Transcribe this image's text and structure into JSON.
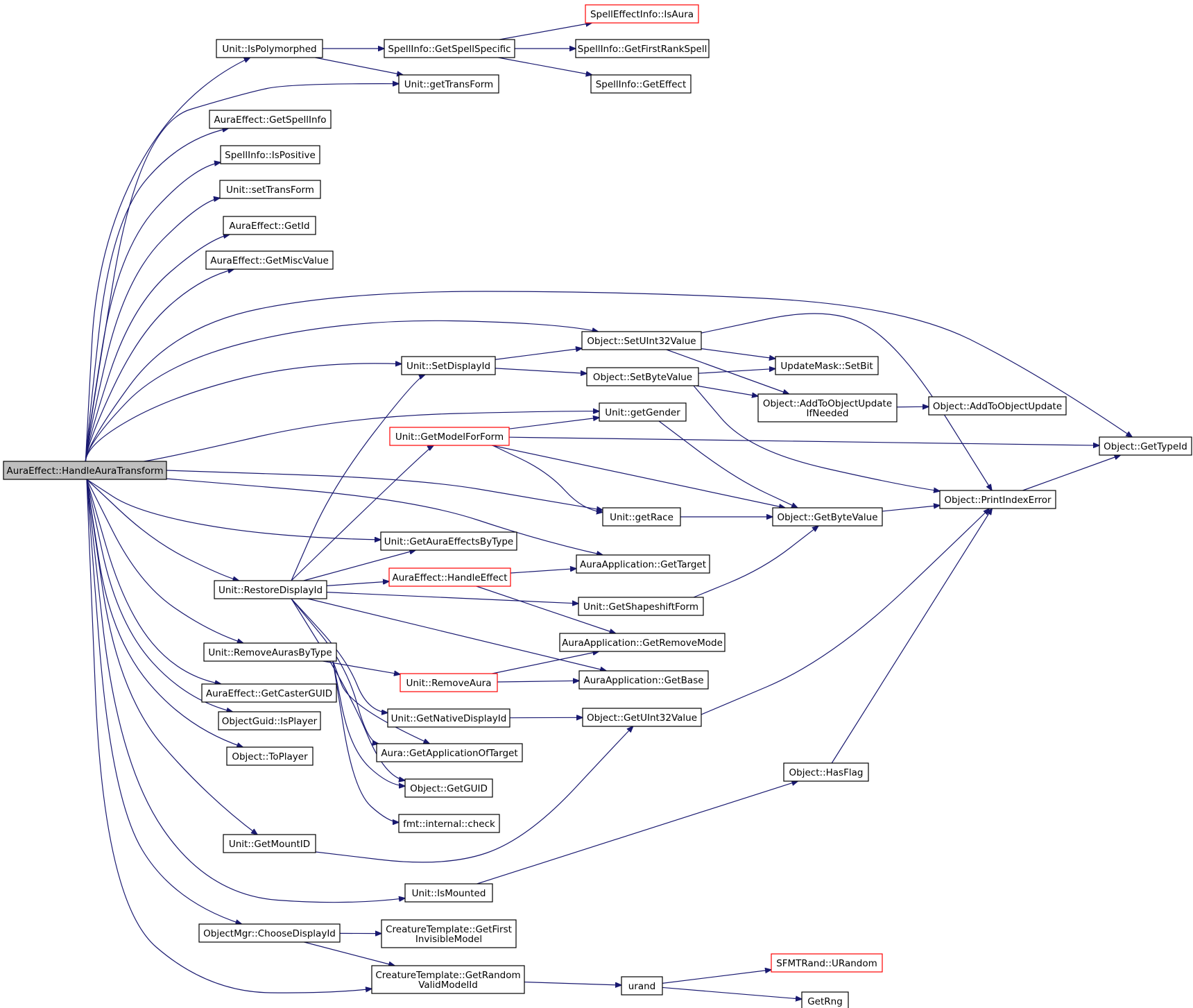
{
  "colors": {
    "edge": "#191970",
    "node_border": "#000000",
    "node_border_truncated": "#ff0000",
    "root_fill": "#bfbfbf",
    "node_fill": "#ffffff"
  },
  "graph": {
    "root_id": "root",
    "nodes": [
      {
        "id": "root",
        "label": [
          "AuraEffect::HandleAuraTransform"
        ],
        "style": "root"
      },
      {
        "id": "isPoly",
        "label": [
          "Unit::IsPolymorphed"
        ],
        "style": "normal"
      },
      {
        "id": "getSpellSpecific",
        "label": [
          "SpellInfo::GetSpellSpecific"
        ],
        "style": "normal"
      },
      {
        "id": "isAura",
        "label": [
          "SpellEffectInfo::IsAura"
        ],
        "style": "truncated"
      },
      {
        "id": "getFirstRank",
        "label": [
          "SpellInfo::GetFirstRankSpell"
        ],
        "style": "normal"
      },
      {
        "id": "getEffect",
        "label": [
          "SpellInfo::GetEffect"
        ],
        "style": "normal"
      },
      {
        "id": "getTransForm",
        "label": [
          "Unit::getTransForm"
        ],
        "style": "normal"
      },
      {
        "id": "getSpellInfo",
        "label": [
          "AuraEffect::GetSpellInfo"
        ],
        "style": "normal"
      },
      {
        "id": "isPositive",
        "label": [
          "SpellInfo::IsPositive"
        ],
        "style": "normal"
      },
      {
        "id": "setTransForm",
        "label": [
          "Unit::setTransForm"
        ],
        "style": "normal"
      },
      {
        "id": "getId",
        "label": [
          "AuraEffect::GetId"
        ],
        "style": "normal"
      },
      {
        "id": "getMiscValue",
        "label": [
          "AuraEffect::GetMiscValue"
        ],
        "style": "normal"
      },
      {
        "id": "setUInt32",
        "label": [
          "Object::SetUInt32Value"
        ],
        "style": "normal"
      },
      {
        "id": "setDisplayId",
        "label": [
          "Unit::SetDisplayId"
        ],
        "style": "normal"
      },
      {
        "id": "setByte",
        "label": [
          "Object::SetByteValue"
        ],
        "style": "normal"
      },
      {
        "id": "setBit",
        "label": [
          "UpdateMask::SetBit"
        ],
        "style": "normal"
      },
      {
        "id": "addToUpdateIfNeeded",
        "label": [
          "Object::AddToObjectUpdate",
          "IfNeeded"
        ],
        "style": "normal"
      },
      {
        "id": "addToUpdate",
        "label": [
          "Object::AddToObjectUpdate"
        ],
        "style": "normal"
      },
      {
        "id": "getGender",
        "label": [
          "Unit::getGender"
        ],
        "style": "normal"
      },
      {
        "id": "getModelForForm",
        "label": [
          "Unit::GetModelForForm"
        ],
        "style": "truncated"
      },
      {
        "id": "getTypeId",
        "label": [
          "Object::GetTypeId"
        ],
        "style": "normal"
      },
      {
        "id": "printIndexError",
        "label": [
          "Object::PrintIndexError"
        ],
        "style": "normal"
      },
      {
        "id": "getRace",
        "label": [
          "Unit::getRace"
        ],
        "style": "normal"
      },
      {
        "id": "getByte",
        "label": [
          "Object::GetByteValue"
        ],
        "style": "normal"
      },
      {
        "id": "getAuraEffectsByType",
        "label": [
          "Unit::GetAuraEffectsByType"
        ],
        "style": "normal"
      },
      {
        "id": "getTarget",
        "label": [
          "AuraApplication::GetTarget"
        ],
        "style": "normal"
      },
      {
        "id": "restoreDisplayId",
        "label": [
          "Unit::RestoreDisplayId"
        ],
        "style": "normal"
      },
      {
        "id": "handleEffect",
        "label": [
          "AuraEffect::HandleEffect"
        ],
        "style": "truncated"
      },
      {
        "id": "getShapeshiftForm",
        "label": [
          "Unit::GetShapeshiftForm"
        ],
        "style": "normal"
      },
      {
        "id": "getRemoveMode",
        "label": [
          "AuraApplication::GetRemoveMode"
        ],
        "style": "normal"
      },
      {
        "id": "removeAurasByType",
        "label": [
          "Unit::RemoveAurasByType"
        ],
        "style": "normal"
      },
      {
        "id": "removeAura",
        "label": [
          "Unit::RemoveAura"
        ],
        "style": "truncated"
      },
      {
        "id": "getBase",
        "label": [
          "AuraApplication::GetBase"
        ],
        "style": "normal"
      },
      {
        "id": "getCasterGUID",
        "label": [
          "AuraEffect::GetCasterGUID"
        ],
        "style": "normal"
      },
      {
        "id": "getNativeDisplayId",
        "label": [
          "Unit::GetNativeDisplayId"
        ],
        "style": "normal"
      },
      {
        "id": "getUInt32",
        "label": [
          "Object::GetUInt32Value"
        ],
        "style": "normal"
      },
      {
        "id": "isPlayer",
        "label": [
          "ObjectGuid::IsPlayer"
        ],
        "style": "normal"
      },
      {
        "id": "getApplicationOfTarget",
        "label": [
          "Aura::GetApplicationOfTarget"
        ],
        "style": "normal"
      },
      {
        "id": "toPlayer",
        "label": [
          "Object::ToPlayer"
        ],
        "style": "normal"
      },
      {
        "id": "hasFlag",
        "label": [
          "Object::HasFlag"
        ],
        "style": "normal"
      },
      {
        "id": "getGUID",
        "label": [
          "Object::GetGUID"
        ],
        "style": "normal"
      },
      {
        "id": "fmtCheck",
        "label": [
          "fmt::internal::check"
        ],
        "style": "normal"
      },
      {
        "id": "getMountID",
        "label": [
          "Unit::GetMountID"
        ],
        "style": "normal"
      },
      {
        "id": "isMounted",
        "label": [
          "Unit::IsMounted"
        ],
        "style": "normal"
      },
      {
        "id": "chooseDisplayId",
        "label": [
          "ObjectMgr::ChooseDisplayId"
        ],
        "style": "normal"
      },
      {
        "id": "getFirstInvisibleModel",
        "label": [
          "CreatureTemplate::GetFirst",
          "InvisibleModel"
        ],
        "style": "normal"
      },
      {
        "id": "sfmtRandom",
        "label": [
          "SFMTRand::URandom"
        ],
        "style": "truncated"
      },
      {
        "id": "getRandomValidModelId",
        "label": [
          "CreatureTemplate::GetRandom",
          "ValidModelId"
        ],
        "style": "normal"
      },
      {
        "id": "urand",
        "label": [
          "urand"
        ],
        "style": "normal"
      },
      {
        "id": "getRng",
        "label": [
          "GetRng"
        ],
        "style": "normal"
      }
    ],
    "edges": [
      [
        "root",
        "isPoly"
      ],
      [
        "root",
        "getTransForm"
      ],
      [
        "root",
        "getSpellInfo"
      ],
      [
        "root",
        "isPositive"
      ],
      [
        "root",
        "setTransForm"
      ],
      [
        "root",
        "getId"
      ],
      [
        "root",
        "getMiscValue"
      ],
      [
        "root",
        "getTypeId"
      ],
      [
        "root",
        "setUInt32"
      ],
      [
        "root",
        "setDisplayId"
      ],
      [
        "root",
        "getGender"
      ],
      [
        "root",
        "getRace"
      ],
      [
        "root",
        "getTarget"
      ],
      [
        "root",
        "getAuraEffectsByType"
      ],
      [
        "root",
        "restoreDisplayId"
      ],
      [
        "root",
        "removeAurasByType"
      ],
      [
        "root",
        "getCasterGUID"
      ],
      [
        "root",
        "isPlayer"
      ],
      [
        "root",
        "toPlayer"
      ],
      [
        "root",
        "getMountID"
      ],
      [
        "root",
        "isMounted"
      ],
      [
        "root",
        "chooseDisplayId"
      ],
      [
        "root",
        "getRandomValidModelId"
      ],
      [
        "isPoly",
        "getSpellSpecific"
      ],
      [
        "isPoly",
        "getTransForm"
      ],
      [
        "getSpellSpecific",
        "isAura"
      ],
      [
        "getSpellSpecific",
        "getFirstRank"
      ],
      [
        "getSpellSpecific",
        "getEffect"
      ],
      [
        "setUInt32",
        "setBit"
      ],
      [
        "setUInt32",
        "addToUpdateIfNeeded"
      ],
      [
        "setUInt32",
        "printIndexError"
      ],
      [
        "setDisplayId",
        "setUInt32"
      ],
      [
        "setDisplayId",
        "setByte"
      ],
      [
        "setByte",
        "setBit"
      ],
      [
        "setByte",
        "addToUpdateIfNeeded"
      ],
      [
        "setByte",
        "printIndexError"
      ],
      [
        "addToUpdateIfNeeded",
        "addToUpdate"
      ],
      [
        "getGender",
        "getByte"
      ],
      [
        "getModelForForm",
        "getGender"
      ],
      [
        "getModelForForm",
        "getTypeId"
      ],
      [
        "getModelForForm",
        "getRace"
      ],
      [
        "getModelForForm",
        "getByte"
      ],
      [
        "getRace",
        "getByte"
      ],
      [
        "getByte",
        "printIndexError"
      ],
      [
        "printIndexError",
        "getTypeId"
      ],
      [
        "restoreDisplayId",
        "setDisplayId"
      ],
      [
        "restoreDisplayId",
        "getModelForForm"
      ],
      [
        "restoreDisplayId",
        "getAuraEffectsByType"
      ],
      [
        "restoreDisplayId",
        "handleEffect"
      ],
      [
        "restoreDisplayId",
        "getShapeshiftForm"
      ],
      [
        "restoreDisplayId",
        "getBase"
      ],
      [
        "restoreDisplayId",
        "getNativeDisplayId"
      ],
      [
        "restoreDisplayId",
        "getApplicationOfTarget"
      ],
      [
        "restoreDisplayId",
        "getGUID"
      ],
      [
        "handleEffect",
        "getTarget"
      ],
      [
        "handleEffect",
        "getRemoveMode"
      ],
      [
        "getShapeshiftForm",
        "getByte"
      ],
      [
        "removeAurasByType",
        "removeAura"
      ],
      [
        "removeAurasByType",
        "getApplicationOfTarget"
      ],
      [
        "removeAurasByType",
        "getGUID"
      ],
      [
        "removeAurasByType",
        "fmtCheck"
      ],
      [
        "removeAura",
        "getRemoveMode"
      ],
      [
        "removeAura",
        "getBase"
      ],
      [
        "getNativeDisplayId",
        "getUInt32"
      ],
      [
        "getUInt32",
        "printIndexError"
      ],
      [
        "hasFlag",
        "printIndexError"
      ],
      [
        "getMountID",
        "getUInt32"
      ],
      [
        "isMounted",
        "hasFlag"
      ],
      [
        "chooseDisplayId",
        "getFirstInvisibleModel"
      ],
      [
        "chooseDisplayId",
        "getRandomValidModelId"
      ],
      [
        "getRandomValidModelId",
        "urand"
      ],
      [
        "urand",
        "sfmtRandom"
      ],
      [
        "urand",
        "getRng"
      ]
    ]
  }
}
